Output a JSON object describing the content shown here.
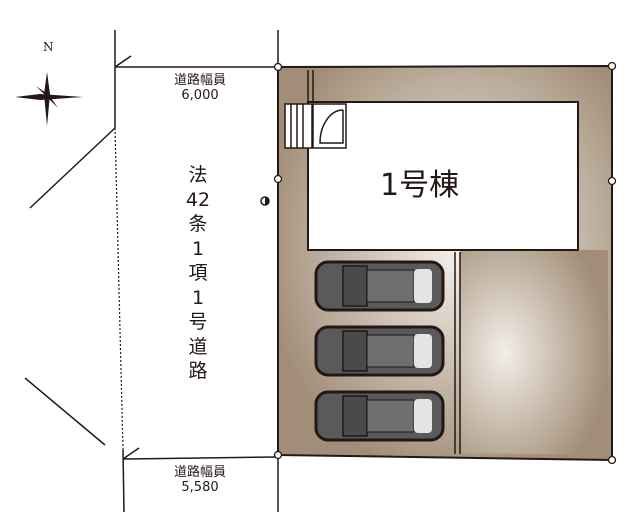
{
  "compass": {
    "label": "N"
  },
  "road_top": {
    "label": "道路幅員",
    "width": "6,000"
  },
  "road_bottom": {
    "label": "道路幅員",
    "width": "5,580"
  },
  "road_type": [
    "法",
    "42",
    "条",
    "1",
    "項",
    "1",
    "号",
    "道",
    "路"
  ],
  "building": {
    "label": "1号棟"
  },
  "parking_spaces": 3,
  "colors": {
    "lot": "#a89580",
    "line": "#231815",
    "car": "#5a5a5a"
  }
}
